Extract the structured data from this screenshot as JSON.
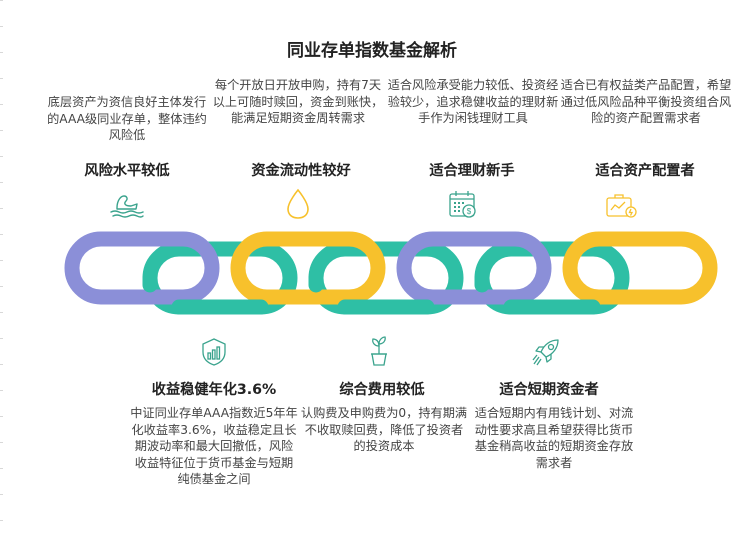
{
  "title": "同业存单指数基金解析",
  "colors": {
    "purple": "#8b8fd8",
    "yellow": "#f7c12c",
    "teal": "#2ebfa5",
    "icon": "#3aa38d"
  },
  "top": [
    {
      "heading": "风险水平较低",
      "desc": "底层资产为资信良好主体发行的AAA级同业存单，整体违约风险低",
      "icon": "boat-water-icon"
    },
    {
      "heading": "资金流动性较好",
      "desc": "每个开放日开放申购，持有7天以上可随时赎回，资金到账快，能满足短期资金周转需求",
      "icon": "water-drop-icon"
    },
    {
      "heading": "适合理财新手",
      "desc": "适合风险承受能力较低、投资经验较少，追求稳健收益的理财新手作为闲钱理财工具",
      "icon": "calendar-money-icon"
    },
    {
      "heading": "适合资产配置者",
      "desc": "适合已有权益类产品配置，希望通过低风险品种平衡投资组合风险的资产配置需求者",
      "icon": "briefcase-chart-icon"
    }
  ],
  "bottom": [
    {
      "heading": "收益稳健年化3.6%",
      "desc": "中证同业存单AAA指数近5年年化收益率3.6%，收益稳定且长期波动率和最大回撤低，风险收益特征位于货币基金与短期纯债基金之间",
      "icon": "growth-chart-icon"
    },
    {
      "heading": "综合费用较低",
      "desc": "认购费及申购费为0，持有期满不收取赎回费，降低了投资者的投资成本",
      "icon": "potted-plant-icon"
    },
    {
      "heading": "适合短期资金者",
      "desc": "适合短期内有用钱计划、对流动性要求高且希望获得比货币基金稍高收益的短期资金存放需求者",
      "icon": "rocket-icon"
    }
  ]
}
